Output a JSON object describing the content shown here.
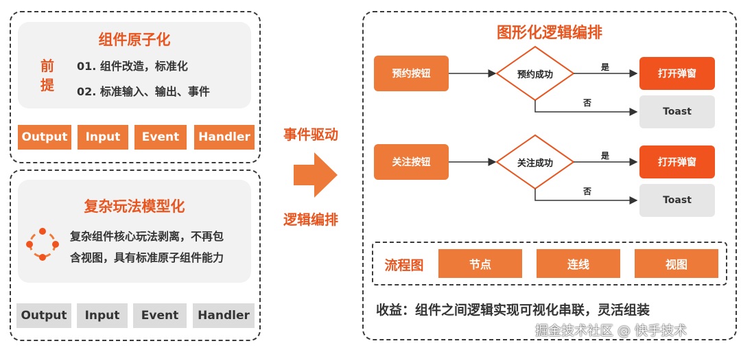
{
  "left_top": {
    "title": "组件原子化",
    "premise": [
      "前",
      "提"
    ],
    "lines": [
      "01. 组件改造，标准化",
      "02. 标准输入、输出、事件"
    ],
    "tags": [
      "Output",
      "Input",
      "Event",
      "Handler"
    ]
  },
  "left_bottom": {
    "title": "复杂玩法模型化",
    "desc_lines": [
      "复杂组件核心玩法剥离，不再包",
      "含视图，具有标准原子组件能力"
    ],
    "icon": "node-cluster-icon",
    "tags": [
      "Output",
      "Input",
      "Event",
      "Handler"
    ]
  },
  "middle": {
    "label_top": "事件驱动",
    "label_bottom": "逻辑编排",
    "icon": "right-arrow-icon"
  },
  "right": {
    "title": "图形化逻辑编排",
    "flows": [
      {
        "trigger": "预约按钮",
        "condition": "预约成功",
        "yes_label": "是",
        "yes_action": "打开弹窗",
        "no_label": "否",
        "no_action": "Toast"
      },
      {
        "trigger": "关注按钮",
        "condition": "关注成功",
        "yes_label": "是",
        "yes_action": "打开弹窗",
        "no_label": "否",
        "no_action": "Toast"
      }
    ],
    "flowchart_bar": {
      "label": "流程图",
      "items": [
        "节点",
        "连线",
        "视图"
      ]
    },
    "benefit": "收益：组件之间逻辑实现可视化串联，灵活组装",
    "watermark": "掘金技术社区 @ 快手技术"
  },
  "colors": {
    "accent": "#ee7a3a",
    "accent_strong": "#f0531d",
    "title": "#e8551e",
    "gray_tag": "#dcdcdc"
  }
}
